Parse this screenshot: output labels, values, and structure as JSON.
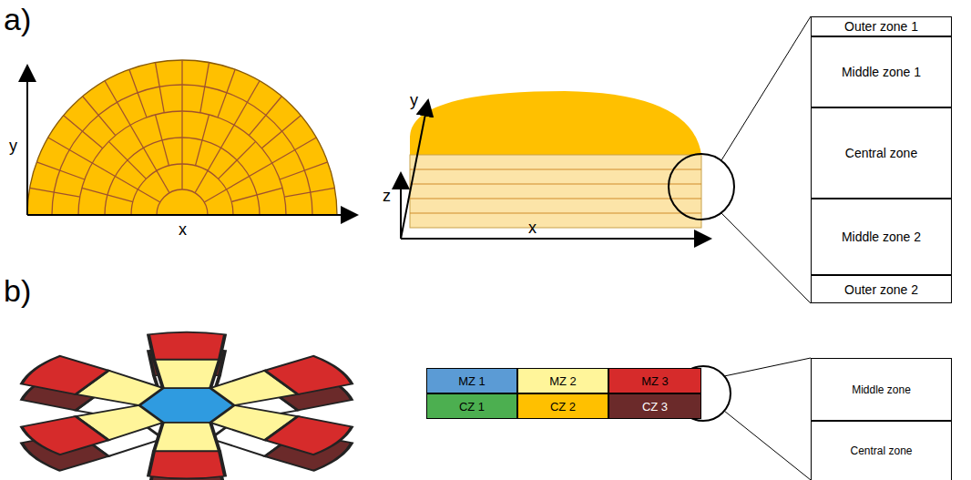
{
  "diagram": {
    "nodes": [
      {
        "text": [
          "Outer zone 1"
        ]
      },
      {
        "text": [
          "Middle zone 1"
        ]
      },
      {
        "text": [
          "Central zone"
        ]
      },
      {
        "text": [
          "Middle zone 2"
        ]
      },
      {
        "text": [
          "Outer zone 2"
        ]
      },
      {
        "text": [
          "MZ 1"
        ]
      },
      {
        "text": [
          "MZ 2"
        ]
      },
      {
        "text": [
          "MZ 3"
        ]
      },
      {
        "text": [
          "CZ 1"
        ]
      },
      {
        "text": [
          "CZ 2"
        ]
      },
      {
        "text": [
          "CZ 3"
        ]
      },
      {
        "text": [
          "Middle zone"
        ]
      },
      {
        "text": [
          "Central zone"
        ]
      }
    ],
    "labels": [
      "a)",
      "y",
      "x",
      "y",
      "z",
      "x",
      "b)"
    ]
  }
}
